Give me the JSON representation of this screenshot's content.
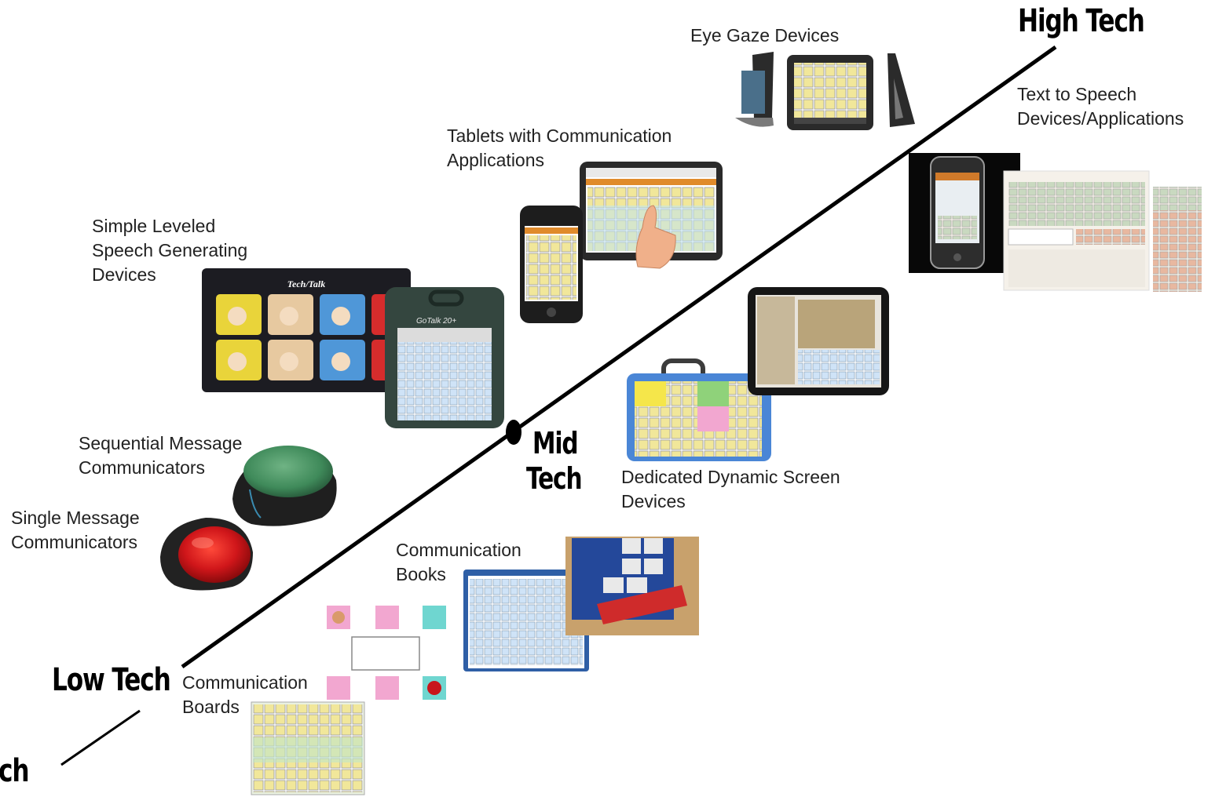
{
  "tiers": {
    "high": "High Tech",
    "mid_line1": "Mid",
    "mid_line2": "Tech",
    "low": "Low Tech",
    "no_partial": "ch"
  },
  "labels": {
    "eye_gaze": "Eye Gaze Devices",
    "tts_line1": "Text to Speech",
    "tts_line2": "Devices/Applications",
    "tablets_line1": "Tablets with Communication",
    "tablets_line2": "Applications",
    "leveled_line1": "Simple Leveled",
    "leveled_line2": "Speech Generating",
    "leveled_line3": "Devices",
    "sequential_line1": "Sequential Message",
    "sequential_line2": "Communicators",
    "single_line1": "Single Message",
    "single_line2": "Communicators",
    "dynamic_line1": "Dedicated Dynamic Screen",
    "dynamic_line2": "Devices",
    "books_line1": "Communication",
    "books_line2": "Books",
    "boards_line1": "Communication",
    "boards_line2": "Boards"
  },
  "device_text": {
    "techtalk": "Tech/Talk",
    "gotalk": "GoTalk 20+"
  },
  "colors": {
    "line": "#000000",
    "big_mac_red": "#c8151b",
    "step_green": "#3f8a5a",
    "symbol_pink": "#f2a7d0",
    "symbol_teal": "#6fd6d0",
    "symbol_yellow": "#f5e64a",
    "symbol_green": "#8fd27a",
    "symbol_blue": "#3d7fd9",
    "case_blue": "#2d63b8"
  },
  "icons": [
    "device-image",
    "tablet-image",
    "phone-image",
    "button-switch-image",
    "symbol-board-image"
  ]
}
